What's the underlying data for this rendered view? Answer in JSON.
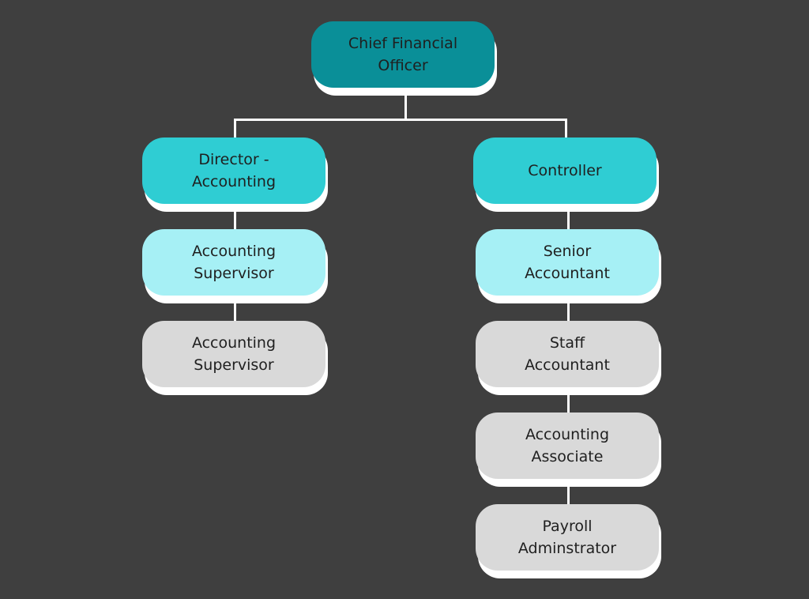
{
  "org_chart": {
    "root": {
      "label": "Chief Financial\nOfficer",
      "color": "#0a8f98"
    },
    "left_branch": {
      "head": {
        "label": "Director -\nAccounting",
        "color": "#2fcdd3"
      },
      "items": [
        {
          "label": "Accounting\nSupervisor",
          "color": "#a6f0f5"
        },
        {
          "label": "Accounting\nSupervisor",
          "color": "#d9d9d9"
        }
      ]
    },
    "right_branch": {
      "head": {
        "label": "Controller",
        "color": "#2fcdd3"
      },
      "items": [
        {
          "label": "Senior\nAccountant",
          "color": "#a6f0f5"
        },
        {
          "label": "Staff\nAccountant",
          "color": "#d9d9d9"
        },
        {
          "label": "Accounting\nAssociate",
          "color": "#d9d9d9"
        },
        {
          "label": "Payroll\nAdminstrator",
          "color": "#d9d9d9"
        }
      ]
    },
    "background_color": "#3f3f3f",
    "connector_color": "#ffffff"
  }
}
